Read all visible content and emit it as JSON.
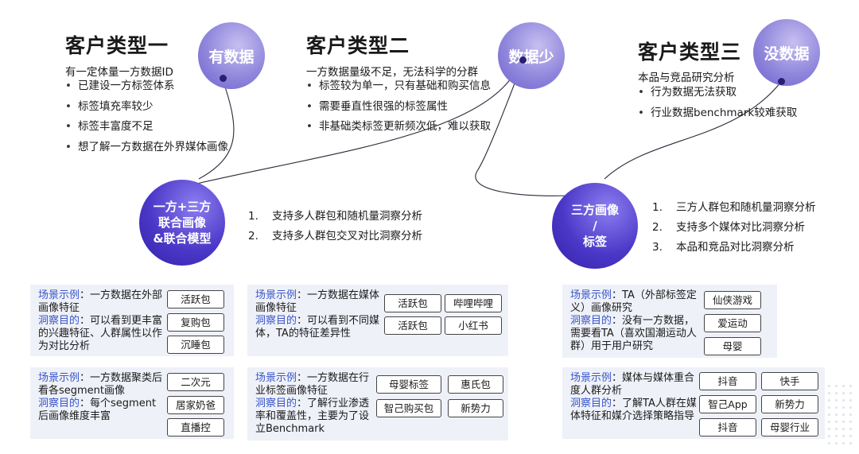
{
  "types": [
    {
      "title": "客户类型一",
      "bubble": "有数据",
      "subtitle": "有一定体量一方数据ID",
      "bullets": [
        "已建设一方标签体系",
        "标签填充率较少",
        "标签丰富度不足",
        "想了解一方数据在外界媒体画像"
      ]
    },
    {
      "title": "客户类型二",
      "bubble": "数据少",
      "subtitle": "一方数据量级不足，无法科学的分群",
      "bullets": [
        "标签较为单一，只有基础和购买信息",
        "需要垂直性很强的标签属性",
        "非基础类标签更新频次低，难以获取"
      ]
    },
    {
      "title": "客户类型三",
      "bubble": "没数据",
      "subtitle": "本品与竞品研究分析",
      "bullets": [
        "行为数据无法获取",
        "行业数据benchmark较难获取"
      ]
    }
  ],
  "solutions": [
    {
      "bubble": [
        "一方+三方",
        "联合画像",
        "&联合模型"
      ],
      "items": [
        {
          "num": "1.",
          "text": "支持多人群包和随机量洞察分析"
        },
        {
          "num": "2.",
          "text": "支持多人群包交叉对比洞察分析"
        }
      ]
    },
    {
      "bubble": [
        "三方画像",
        "/",
        "标签"
      ],
      "items": [
        {
          "num": "1.",
          "text": "三方人群包和随机量洞察分析"
        },
        {
          "num": "2.",
          "text": "支持多个媒体对比洞察分析"
        },
        {
          "num": "3.",
          "text": "本品和竞品对比洞察分析"
        }
      ]
    }
  ],
  "cards": [
    {
      "label_scene": "场景示例",
      "scene": "：一方数据在外部画像特征",
      "label_insight": "洞察目的",
      "insight": "：可以看到更丰富的兴趣特征、人群属性以作为对比分析",
      "tags": [
        "活跃包",
        "复购包",
        "沉睡包"
      ]
    },
    {
      "label_scene": "场景示例",
      "scene": "：一方数据在媒体画像特征",
      "label_insight": "洞察目的",
      "insight": "：可以看到不同媒体，TA的特征差异性",
      "tags": [
        "活跃包",
        "哔哩哔哩",
        "活跃包",
        "小红书"
      ]
    },
    {
      "label_scene": "场景示例",
      "scene": "：TA（外部标签定义）画像研究",
      "label_insight": "洞察目的",
      "insight": "：没有一方数据，需要看TA（喜欢国潮运动人群）用于用户研究",
      "tags": [
        "仙侠游戏",
        "爱运动",
        "母婴"
      ]
    },
    {
      "label_scene": "场景示例",
      "scene": "：一方数据聚类后看各segment画像",
      "label_insight": "洞察目的",
      "insight": "：每个segment后画像维度丰富",
      "tags": [
        "二次元",
        "居家奶爸",
        "直播控"
      ]
    },
    {
      "label_scene": "场景示例",
      "scene": "：一方数据在行业标签画像特征",
      "label_insight": "洞察目的",
      "insight": "：了解行业渗透率和覆盖性，主要为了设立Benchmark",
      "tags": [
        "母婴标签",
        "惠氏包",
        "智己购买包",
        "新势力"
      ]
    },
    {
      "label_scene": "场景示例",
      "scene": "：媒体与媒体重合度人群分析",
      "label_insight": "洞察目的",
      "insight": "：了解TA人群在媒体特征和媒介选择策略指导",
      "tags": [
        "抖音",
        "快手",
        "智己App",
        "新势力",
        "抖音",
        "母婴行业"
      ]
    }
  ]
}
